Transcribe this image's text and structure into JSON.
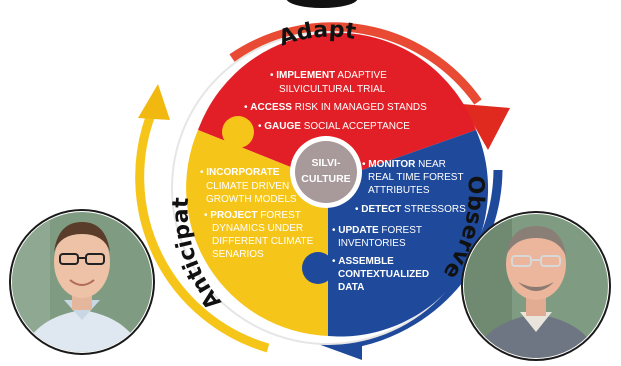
{
  "colors": {
    "adapt": "#e21f26",
    "observe": "#1f4a9c",
    "anticipate": "#f6c51a",
    "center": "#a89a9b",
    "photo_bg": "#7f9c82"
  },
  "cycle": {
    "adapt_label": "Adapt",
    "observe_label": "Observe",
    "anticipate_label": "Anticipate",
    "center": {
      "line1": "SILVI-",
      "line2": "CULTURE"
    }
  },
  "adapt_items": [
    {
      "bold": "IMPLEMENT",
      "rest": " ADAPTIVE",
      "line2": "SILVICULTURAL TRIAL"
    },
    {
      "bold": "ACCESS",
      "rest": " RISK IN MANAGED STANDS"
    },
    {
      "bold": "GAUGE",
      "rest": " SOCIAL ACCEPTANCE"
    }
  ],
  "anticipate_items": [
    {
      "bold": "INCORPORATE",
      "line2": "CLIMATE DRIVEN",
      "line3": "GROWTH MODELS"
    },
    {
      "bold": "PROJECT",
      "rest": " FOREST",
      "line2": "DYNAMICS UNDER",
      "line3": "DIFFERENT CLIMATE",
      "line4": "SENARIOS"
    }
  ],
  "observe_items": [
    {
      "bold": "MONITOR",
      "rest": " NEAR",
      "line2": "REAL TIME FOREST",
      "line3": "ATTRIBUTES"
    },
    {
      "bold": "DETECT",
      "rest": " STRESSORS"
    },
    {
      "bold": "UPDATE",
      "rest": " FOREST",
      "line2": "INVENTORIES"
    },
    {
      "bold": "ASSEMBLE",
      "line2": "CONTEXTUALIZED",
      "line3": "DATA"
    }
  ]
}
